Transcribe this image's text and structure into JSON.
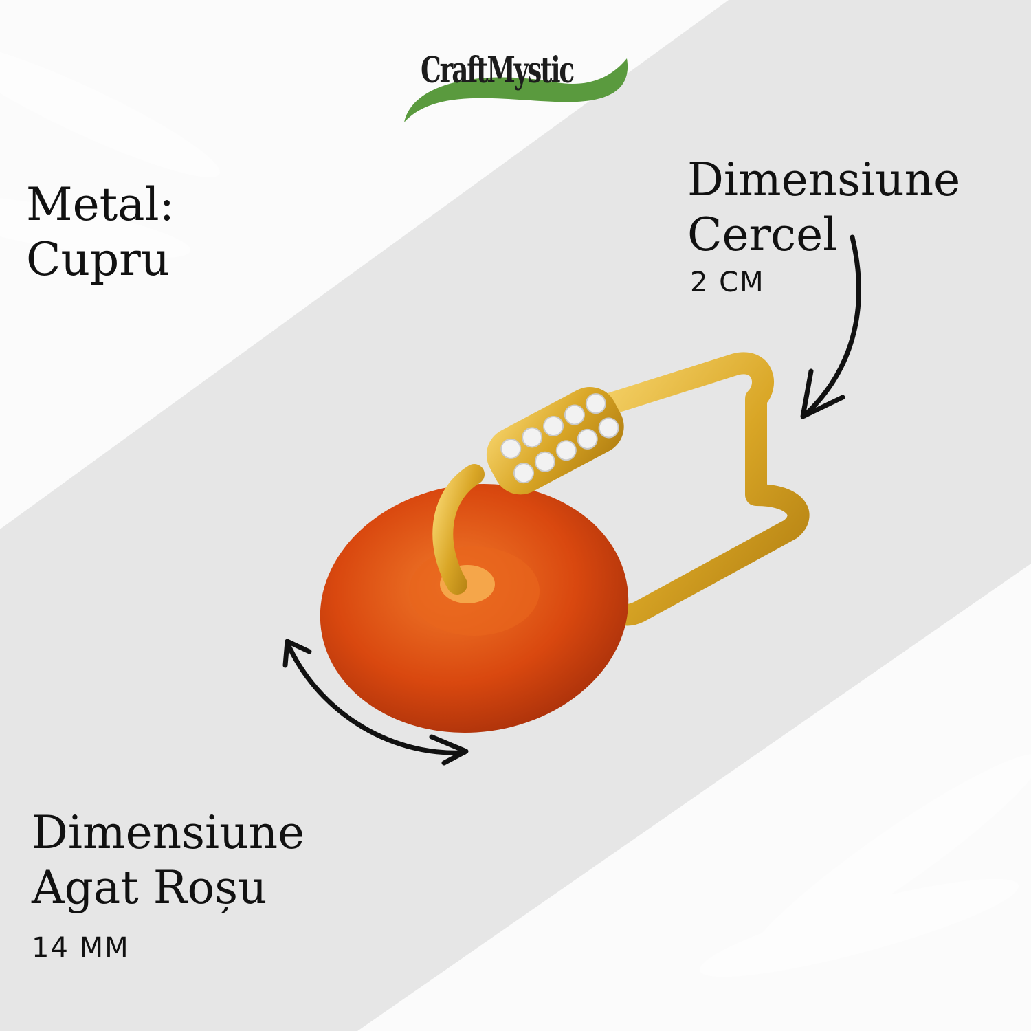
{
  "brand": {
    "name": "CraftMystic",
    "leaf_color": "#5a9a3e"
  },
  "metal": {
    "title": "Metal:",
    "value": "Cupru"
  },
  "earring_size": {
    "line1": "Dimensiune",
    "line2": "Cercel",
    "value": "2 CM"
  },
  "stone_size": {
    "line1": "Dimensiune",
    "line2": "Agat Roșu",
    "value": "14 MM"
  },
  "colors": {
    "gold": "#d9a626",
    "agate": "#d9480f",
    "background": "#f4f4f4"
  }
}
